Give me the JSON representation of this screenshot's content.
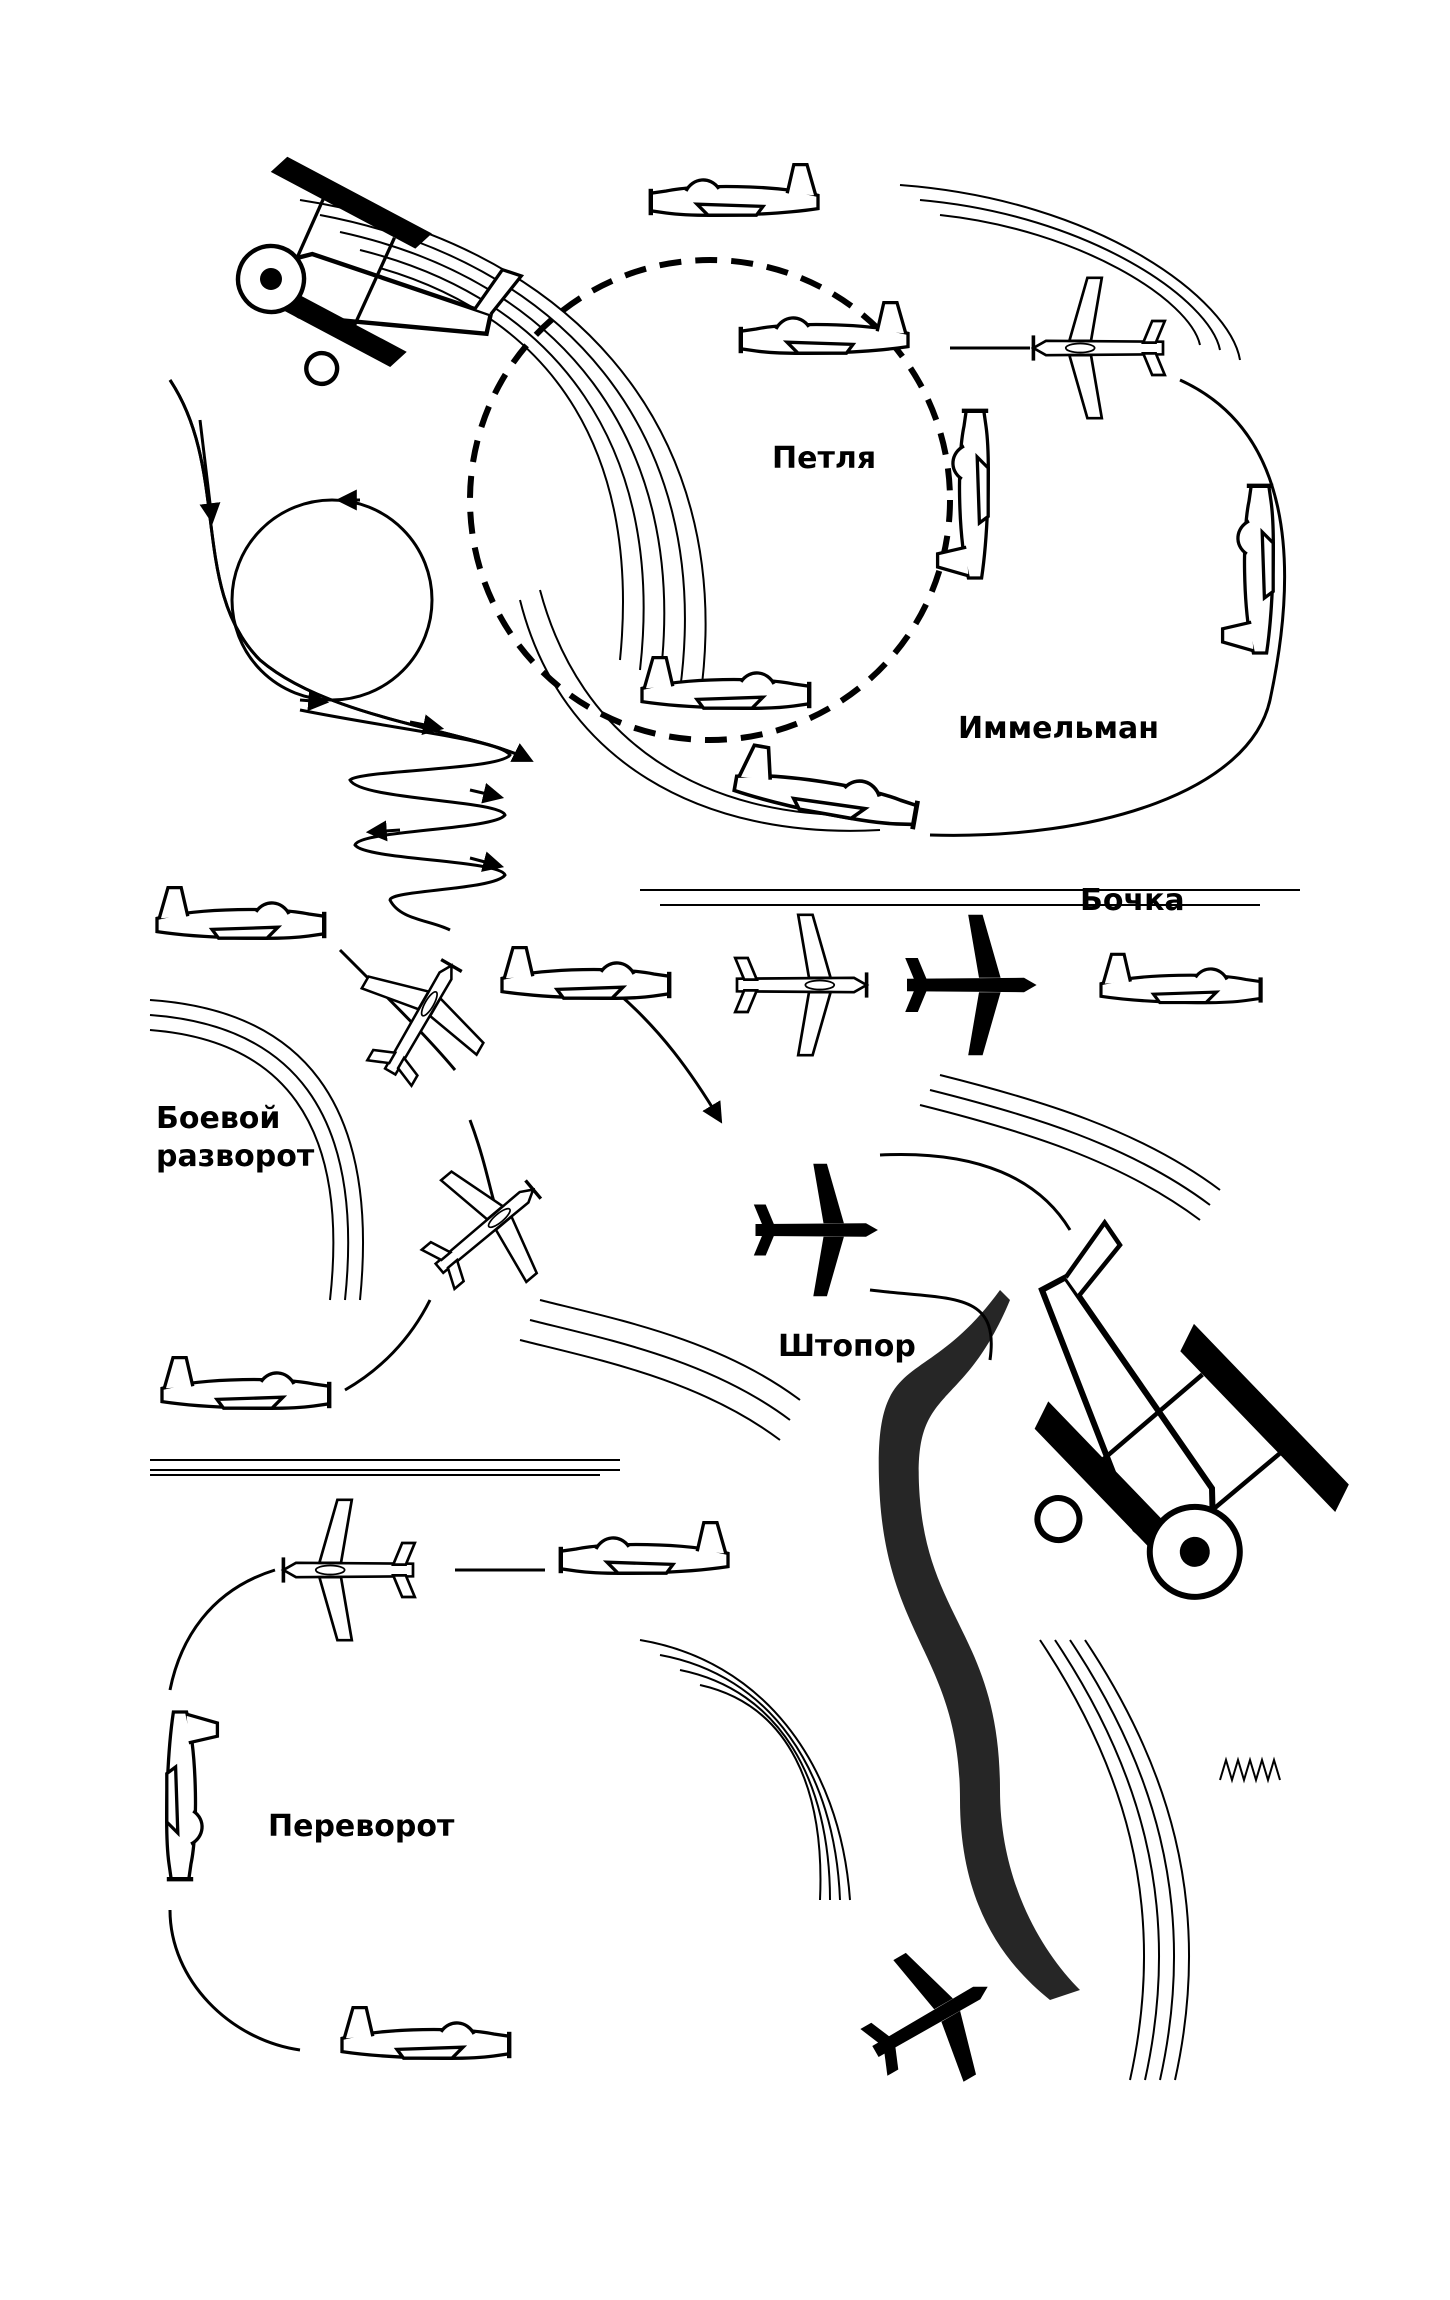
{
  "labels": {
    "loop": "Петля",
    "immelmann": "Иммельман",
    "barrel_roll": "Бочка",
    "combat_turn": "Боевой\nразворот",
    "spin": "Штопор",
    "split_s": "Переворот"
  },
  "colors": {
    "ink": "#000000",
    "paper": "#ffffff"
  },
  "icons": {
    "plane": "plane-icon",
    "plane_top": "plane-top-icon",
    "biplane": "biplane-icon",
    "arrow": "arrow-icon"
  }
}
